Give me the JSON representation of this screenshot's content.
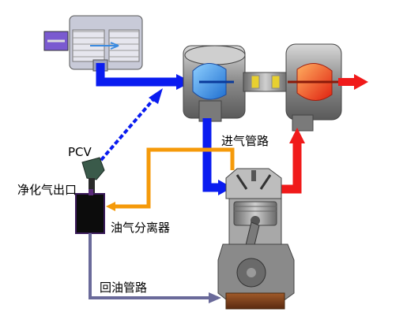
{
  "labels": {
    "pcv": "PCV",
    "clean_outlet": "净化气出口",
    "intake_pipe": "进气管路",
    "separator": "油气分离器",
    "return_pipe": "回油管路"
  },
  "colors": {
    "intake_flow": "#0a1cf0",
    "exhaust_flow": "#f01a1a",
    "blowby_flow": "#f59a0a",
    "return_flow": "#6a6a9a",
    "separator_body": "#0c0c0c",
    "pcv_valve": "#3a5a4a"
  }
}
